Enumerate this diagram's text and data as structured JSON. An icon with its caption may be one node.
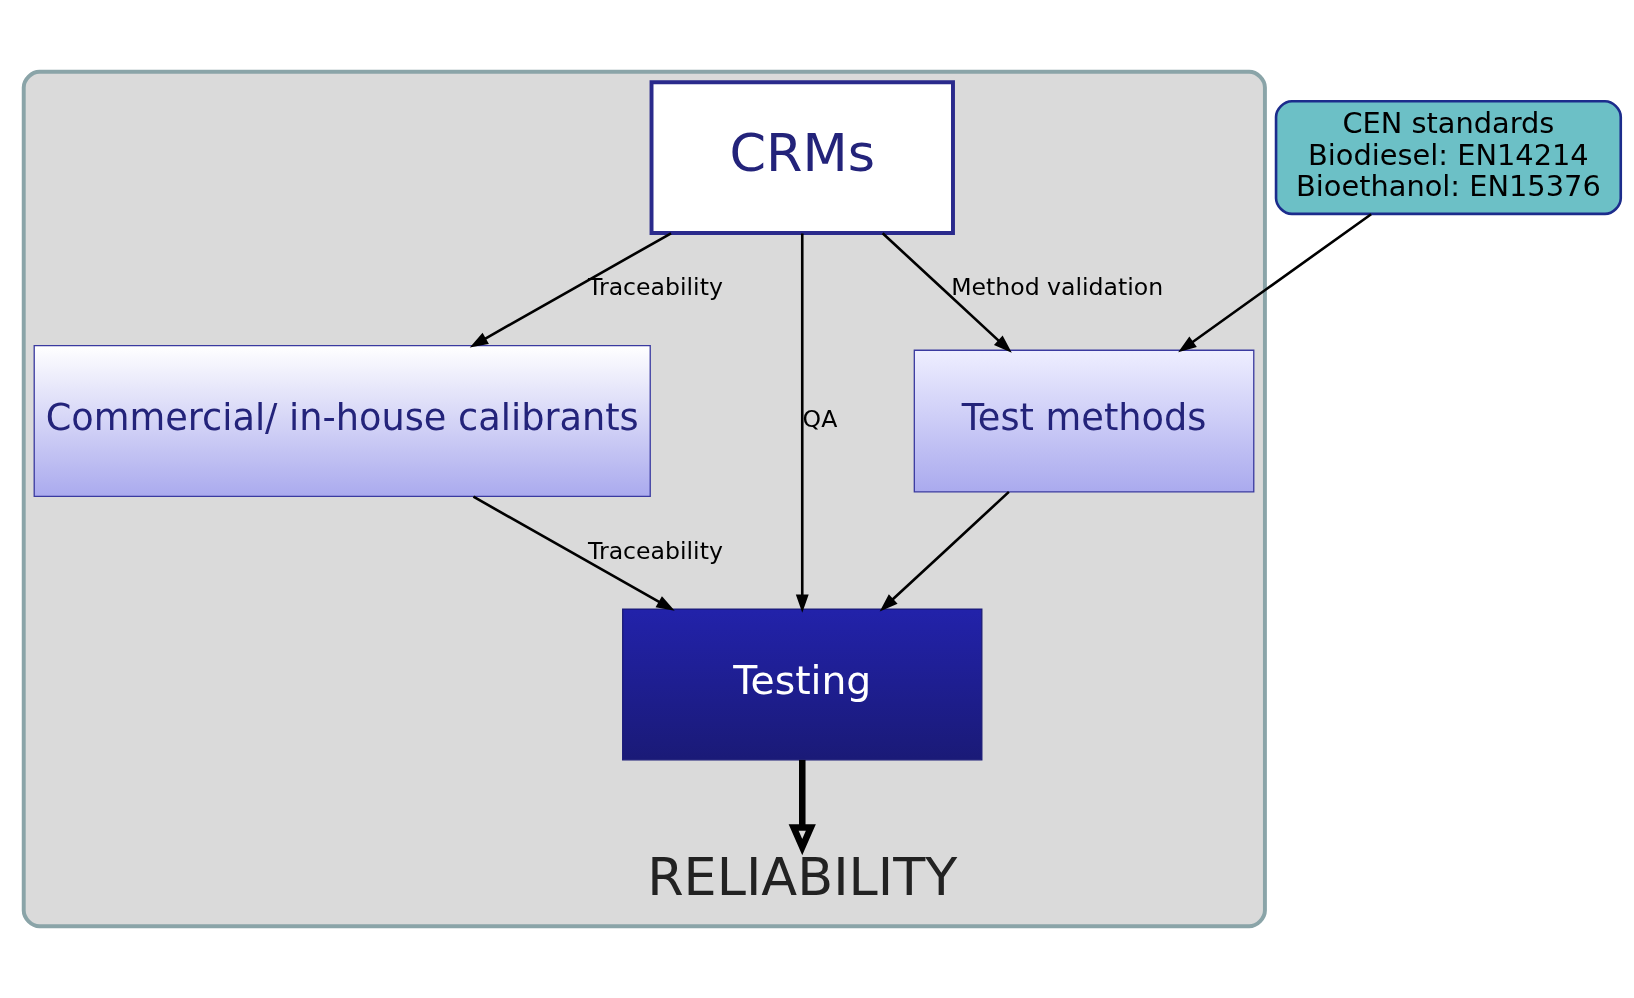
{
  "diagram": {
    "nodes": [
      {
        "text": [],
        "shape": "box"
      },
      {
        "text": [
          "CRMs"
        ],
        "in": 0
      },
      {
        "text": [
          "Commercial/ in-house calibrants"
        ],
        "in": 0
      },
      {
        "text": [
          "Test methods"
        ],
        "in": 0
      },
      {
        "text": [
          "Testing"
        ],
        "in": 0
      },
      {
        "text": [
          "RELIABILITY"
        ],
        "in": 0
      },
      {
        "text": [
          "CEN standards",
          "Biodiesel: EN14214",
          "Bioethanol: EN15376"
        ]
      }
    ],
    "edges": [
      {
        "from": 1,
        "to": 2,
        "arrow": "to",
        "label": "Traceability"
      },
      {
        "from": 1,
        "to": 4,
        "arrow": "to",
        "label": "QA"
      },
      {
        "from": 1,
        "to": 3,
        "arrow": "to",
        "label": "Method validation"
      },
      {
        "from": 2,
        "to": 4,
        "arrow": "to",
        "label": "Traceability"
      },
      {
        "from": 3,
        "to": 4,
        "arrow": "to"
      },
      {
        "from": 4,
        "to": 5,
        "arrow": "to",
        "style": "thick"
      },
      {
        "from": 6,
        "to": 3,
        "arrow": "to"
      }
    ]
  }
}
